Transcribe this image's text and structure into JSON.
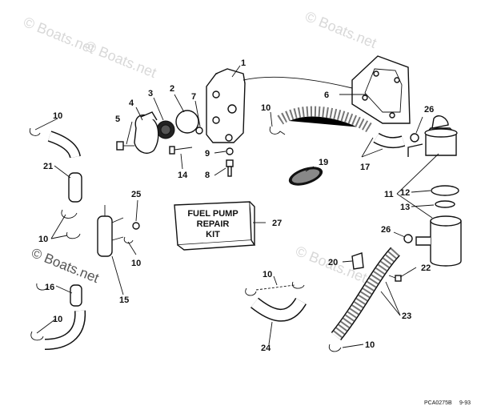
{
  "watermarks": [
    "© Boats.net",
    "© Boats.net",
    "© Boats.net",
    "© Boats.net",
    "© Boats.net"
  ],
  "kit_box": {
    "lines": [
      "FUEL PUMP",
      "REPAIR",
      "KIT"
    ]
  },
  "part_labels": [
    "1",
    "2",
    "3",
    "4",
    "5",
    "6",
    "7",
    "8",
    "9",
    "10",
    "10",
    "10",
    "10",
    "10",
    "10",
    "10",
    "11",
    "12",
    "13",
    "14",
    "15",
    "16",
    "17",
    "19",
    "20",
    "21",
    "22",
    "23",
    "24",
    "25",
    "26",
    "26",
    "27"
  ],
  "drawing_code": "PCA0275B",
  "date_code": "9-93",
  "colors": {
    "ink": "#111111",
    "watermark": "#d8d8d8",
    "background": "#ffffff"
  }
}
